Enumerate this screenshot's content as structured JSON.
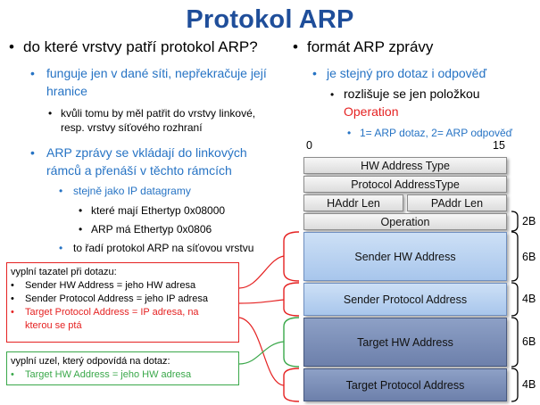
{
  "title": "Protokol ARP",
  "left": {
    "heading": "do které vrstvy patří protokol ARP?",
    "p1_line1": "funguje jen v dané síti, nepřekračuje její",
    "p1_line2": "hranice",
    "p1_sub_line1": "kvůli tomu by měl patřit do vrstvy linkové,",
    "p1_sub_line2": "resp. vrstvy síťového rozhraní",
    "p2_line1": "ARP zprávy se vkládají do linkových",
    "p2_line2": "rámců a přenáší v těchto rámcích",
    "p2_sub": "stejně jako IP datagramy",
    "p2_sub_a": "které mají Ethertyp 0x08000",
    "p2_sub_b": "ARP má  Ethertyp 0x0806",
    "p2_sub2": "to řadí protokol ARP na síťovou vrstvu"
  },
  "right": {
    "heading": "formát ARP zprávy",
    "p1": "je stejný pro dotaz i odpověď",
    "p1_sub": "rozlišuje se jen položkou",
    "p1_sub_red": "Operation",
    "p1_sub_sub": "1= ARP dotaz, 2= ARP odpověď"
  },
  "diagram": {
    "bit_start": "0",
    "bit_end": "15",
    "fields": {
      "hw_type": "HW Address Type",
      "proto_type": "Protocol AddressType",
      "haddr_len": "HAddr Len",
      "paddr_len": "PAddr Len",
      "operation": "Operation",
      "sender_hw": "Sender HW Address",
      "sender_proto": "Sender Protocol Address",
      "target_hw": "Target HW Address",
      "target_proto": "Target Protocol Address"
    },
    "sizes": {
      "op": "2B",
      "sender_hw": "6B",
      "sender_proto": "4B",
      "target_hw": "6B",
      "target_proto": "4B"
    }
  },
  "annot_red": {
    "head": "vyplní tazatel při dotazu:",
    "r1": "Sender HW Address = jeho HW adresa",
    "r2": "Sender Protocol Address = jeho IP adresa",
    "r3_line1": "Target Protocol Address = IP adresa, na",
    "r3_line2": "kterou se ptá"
  },
  "annot_green": {
    "head": "vyplní uzel, který odpovídá na dotaz:",
    "r1": "Target HW Address = jeho HW adresa"
  },
  "colors": {
    "title": "#1f4e9a",
    "accent_blue": "#2673c4",
    "red": "#e52222",
    "green": "#3aa84a"
  }
}
